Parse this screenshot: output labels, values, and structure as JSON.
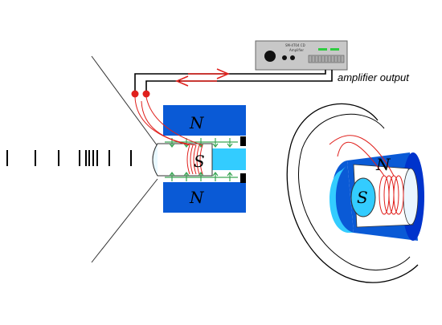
{
  "amplifier": {
    "output_label": "amplifier output",
    "model_text": "SM-4T04 CD",
    "sub_text": "Amplifier"
  },
  "magnet_left": {
    "north_top": "N",
    "south_center": "S",
    "north_bottom": "N"
  },
  "magnet_right": {
    "north_label": "N",
    "south_label": "S"
  },
  "colors": {
    "magnet_blue": "#0a5ad6",
    "core_cyan": "#33ccff",
    "flux_green": "#3aa655",
    "wire_red": "#e0201c",
    "amplifier_gray": "#c8c8c8"
  }
}
